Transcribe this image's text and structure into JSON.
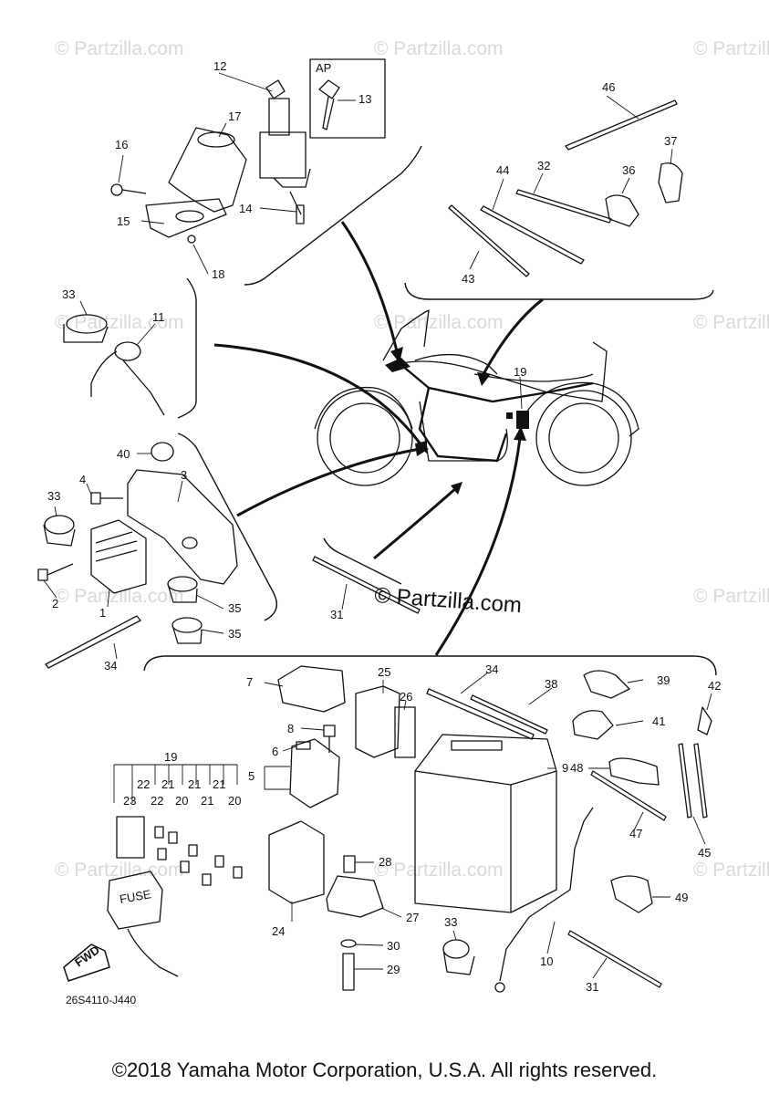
{
  "diagram": {
    "watermark_text": "© Partzilla.com",
    "center_watermark": "© Partzilla.com",
    "drawing_code": "26S4110-J440",
    "fwd_label": "FWD",
    "fuse_label": "FUSE",
    "ap_label": "AP",
    "callouts": {
      "c1": "1",
      "c2": "2",
      "c3": "3",
      "c4": "4",
      "c5": "5",
      "c6": "6",
      "c7": "7",
      "c8": "8",
      "c9": "9",
      "c10": "10",
      "c11": "11",
      "c12": "12",
      "c13": "13",
      "c14": "14",
      "c15": "15",
      "c16": "16",
      "c17": "17",
      "c18": "18",
      "c19a": "19",
      "c19b": "19",
      "c20a": "20",
      "c20b": "20",
      "c21a": "21",
      "c21b": "21",
      "c21c": "21",
      "c21d": "21",
      "c22a": "22",
      "c22b": "22",
      "c23": "23",
      "c24": "24",
      "c25": "25",
      "c26": "26",
      "c27": "27",
      "c28": "28",
      "c29": "29",
      "c30": "30",
      "c31a": "31",
      "c31b": "31",
      "c32": "32",
      "c33a": "33",
      "c33b": "33",
      "c33c": "33",
      "c34a": "34",
      "c34b": "34",
      "c35a": "35",
      "c35b": "35",
      "c36": "36",
      "c37": "37",
      "c38": "38",
      "c39": "39",
      "c40": "40",
      "c41": "41",
      "c42": "42",
      "c43": "43",
      "c44": "44",
      "c45": "45",
      "c46": "46",
      "c47": "47",
      "c48": "48",
      "c49": "49"
    }
  },
  "footer": {
    "copyright": "©2018 Yamaha Motor Corporation, U.S.A. All rights reserved."
  }
}
